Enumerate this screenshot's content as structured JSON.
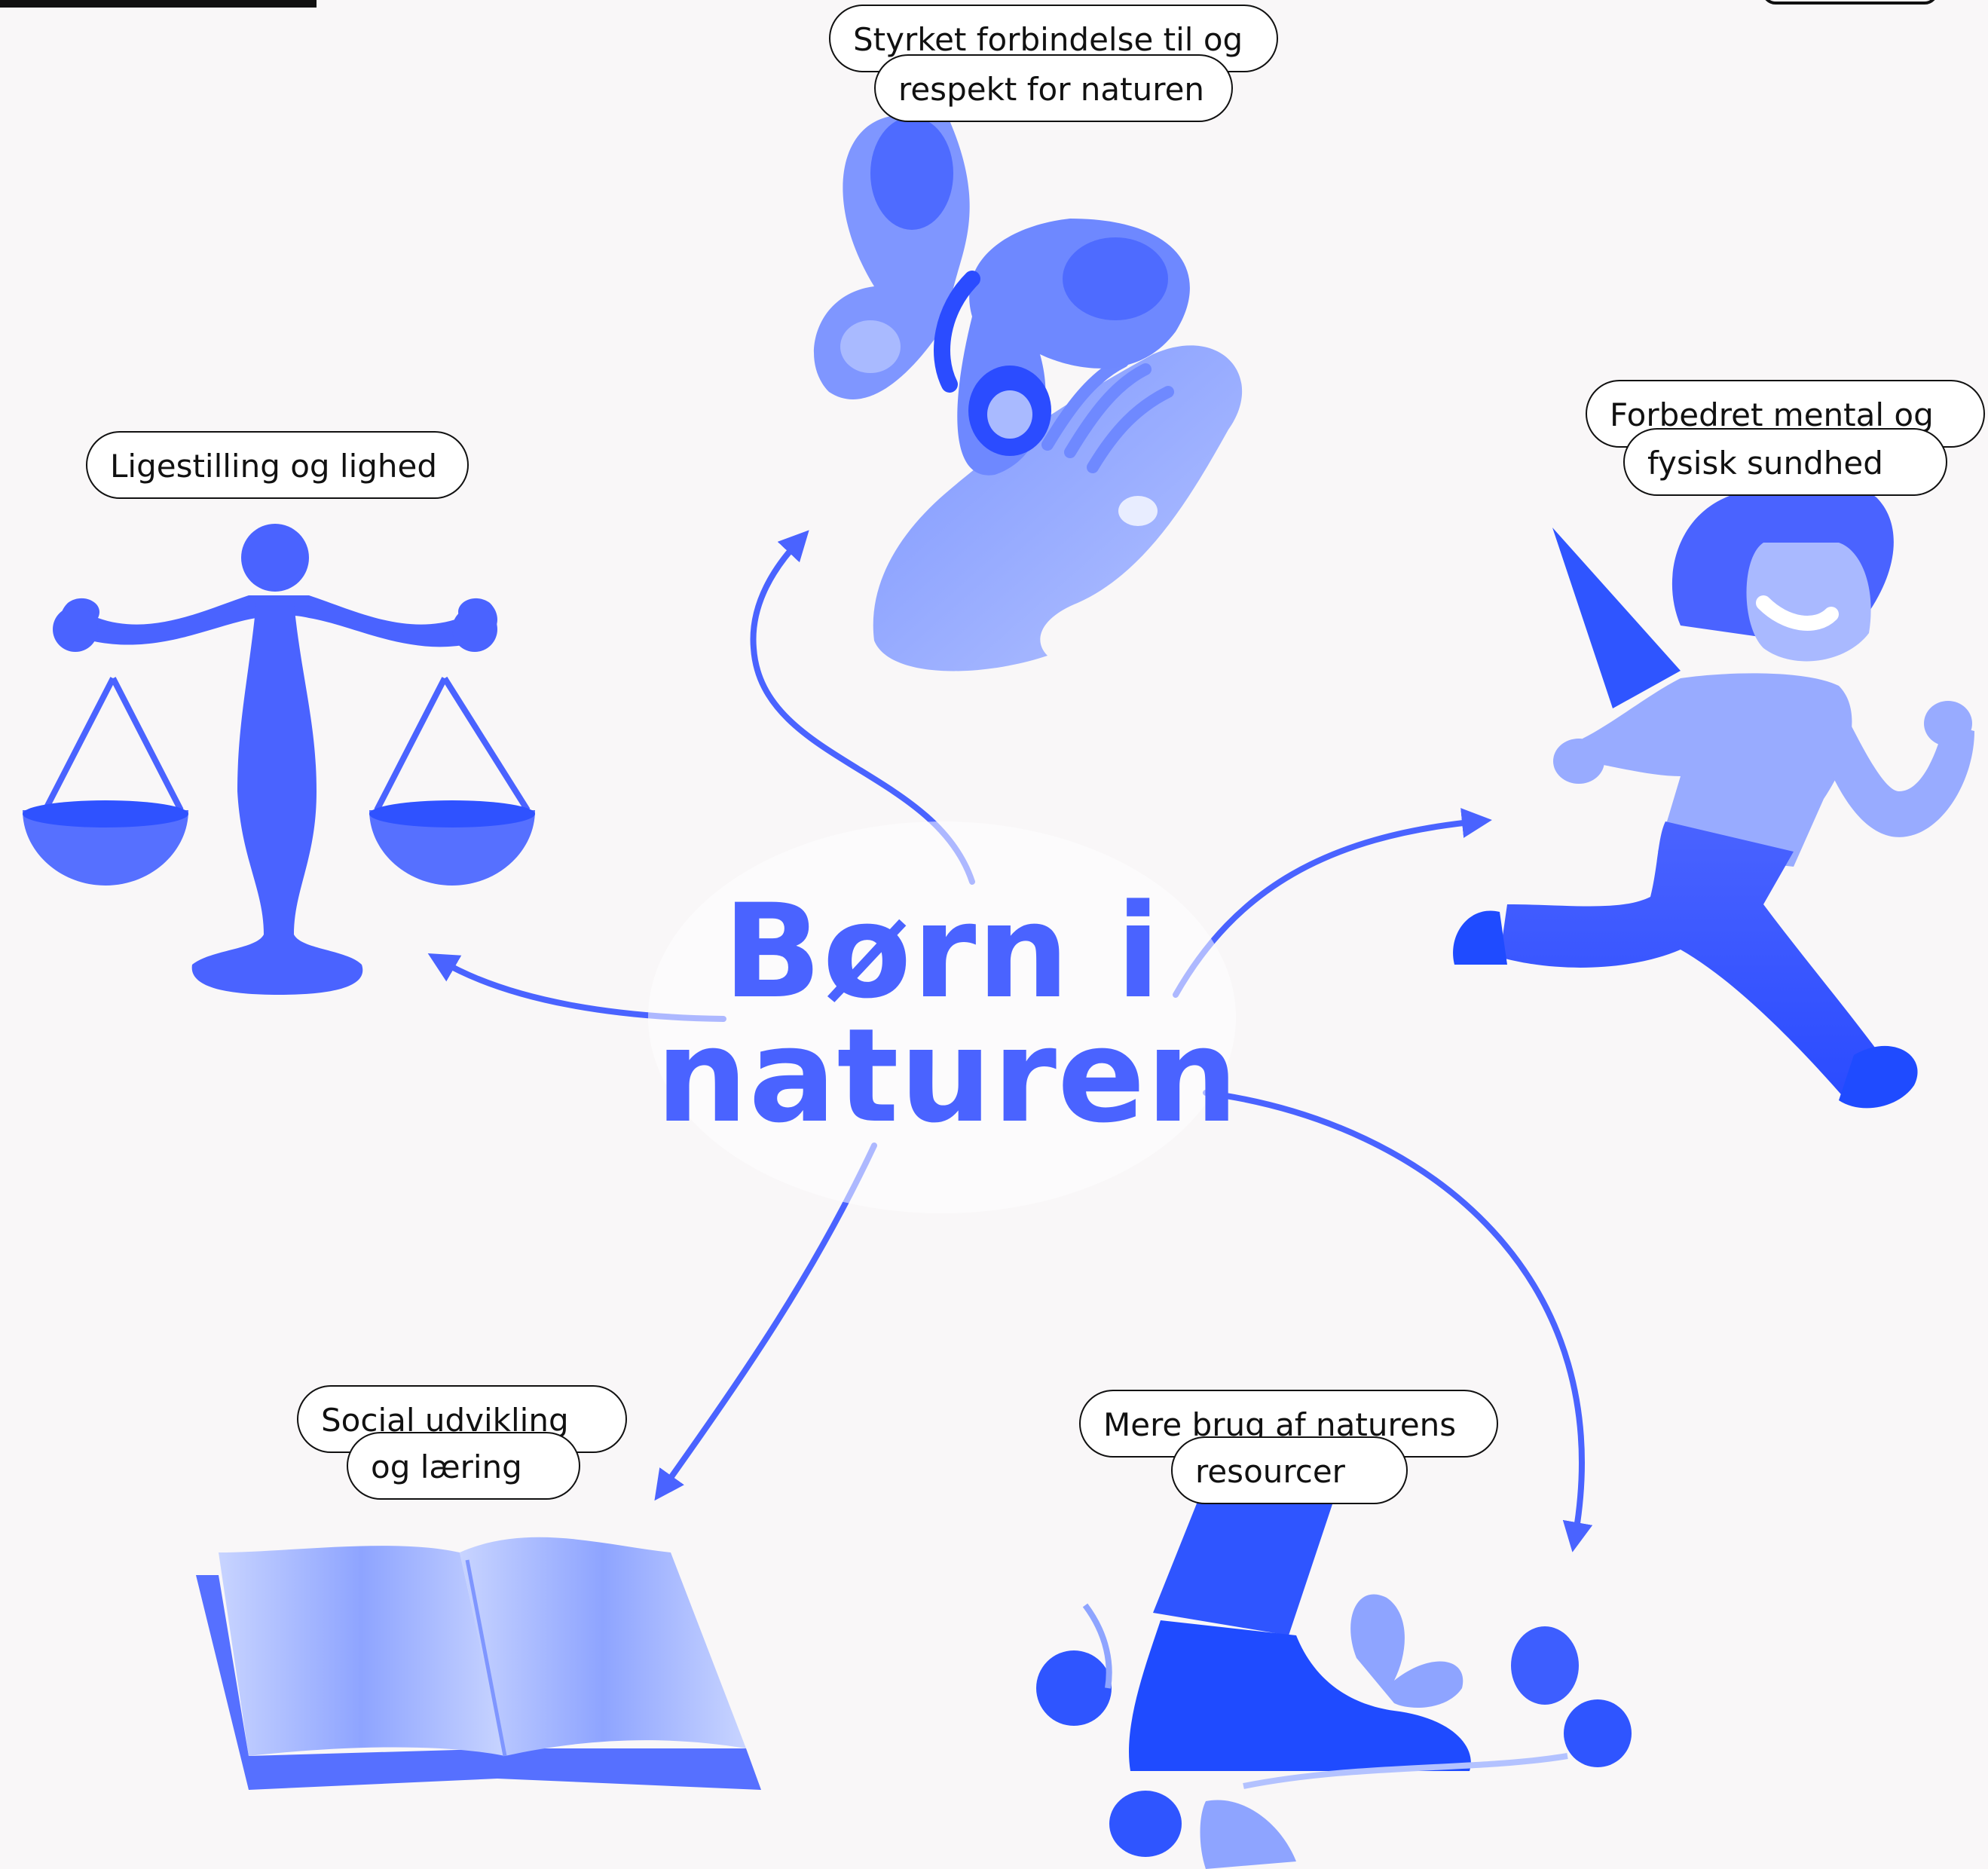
{
  "title": {
    "line1": "Børn i",
    "line2": "naturen"
  },
  "labels": {
    "nature": {
      "line1": "Styrket forbindelse til og",
      "line2": "respekt for naturen"
    },
    "health": {
      "line1": "Forbedret mental og",
      "line2": "fysisk sundhed"
    },
    "equality": {
      "line1": "Ligestilling og lighed"
    },
    "social": {
      "line1": "Social udvikling",
      "line2": "og læring"
    },
    "resources": {
      "line1": "Mere brug af naturens",
      "line2": "resourcer"
    }
  },
  "icons": [
    "butterfly-hand-icon",
    "running-girl-icon",
    "scales-icon",
    "open-book-icon",
    "foot-flowers-icon"
  ],
  "colors": {
    "primary": "#4a63ff",
    "dark": "#1f4bff",
    "light": "#8ea4ff",
    "pale": "#c7d3ff"
  }
}
